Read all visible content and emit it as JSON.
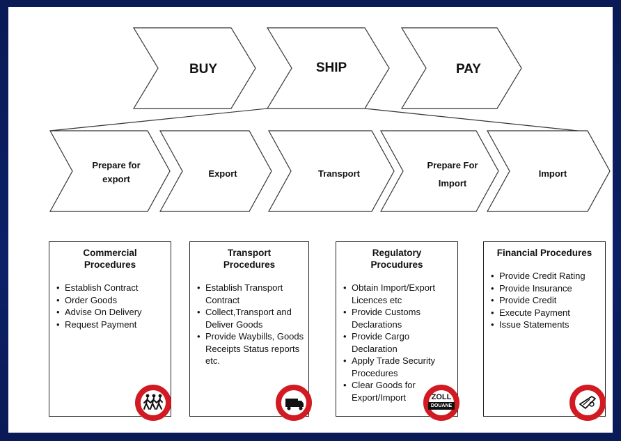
{
  "top_row": [
    "BUY",
    "SHIP",
    "PAY"
  ],
  "process_steps": [
    {
      "line1": "Prepare for",
      "line2": "export"
    },
    {
      "line1": "Export",
      "line2": ""
    },
    {
      "line1": "Transport",
      "line2": ""
    },
    {
      "line1": "Prepare For",
      "line2": "Import"
    },
    {
      "line1": "Import",
      "line2": ""
    }
  ],
  "procedures": [
    {
      "title": "Commercial\nProcedures",
      "items": [
        "Establish Contract",
        "Order Goods",
        "Advise On Delivery",
        "Request Payment"
      ],
      "icon": "pedestrians-icon"
    },
    {
      "title": "Transport\nProcedures",
      "items": [
        "Establish Transport Contract",
        "Collect,Transport and Deliver Goods",
        "Provide Waybills, Goods Receipts Status reports etc."
      ],
      "icon": "truck-icon"
    },
    {
      "title": "Regulatory\nProcudures",
      "items": [
        "Obtain Import/Export Licences etc",
        "Provide Customs Declarations",
        "Provide Cargo Declaration",
        "Apply Trade Security Procedures",
        "Clear Goods for Export/Import"
      ],
      "icon": "zoll-douane-icon",
      "badge_top": "ZOLL",
      "badge_bottom": "DOUANE"
    },
    {
      "title": "Financial Procedures",
      "items": [
        "Provide Credit Rating",
        "Provide Insurance",
        "Provide Credit",
        "Execute Payment",
        "Issue Statements"
      ],
      "icon": "payment-icon"
    }
  ],
  "colors": {
    "background": "#0b1e5c",
    "badge_ring": "#d11a22"
  }
}
